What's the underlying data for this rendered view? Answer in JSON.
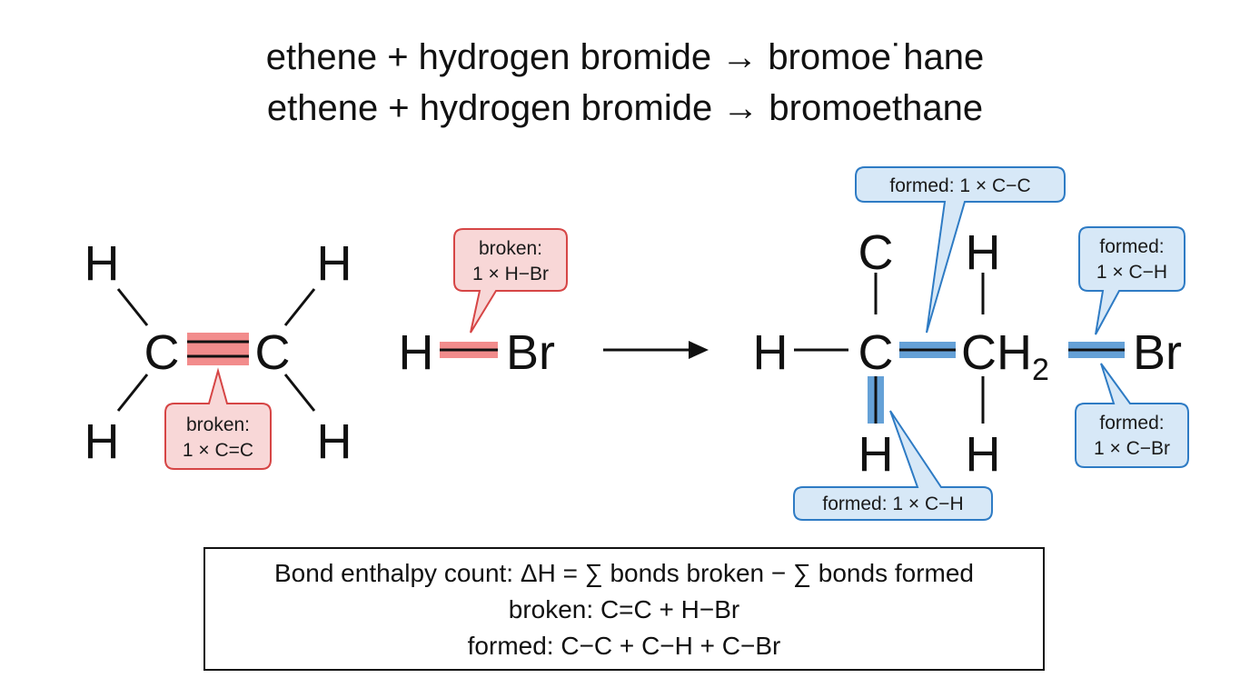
{
  "titles": {
    "line1": "ethene + hydrogen bromide → bromoe˙hane",
    "line2": "ethene  +  hydrogen bromide → bromoethane"
  },
  "atoms": {
    "ethene": {
      "h_top_left": "H",
      "h_top_right": "H",
      "c_left": "C",
      "c_right": "C",
      "h_bottom_left": "H",
      "h_bottom_right": "H"
    },
    "hbr": {
      "h": "H",
      "br": "Br"
    },
    "product": {
      "c_top": "C",
      "h_left": "H",
      "c_center": "C",
      "h_top_mid": "H",
      "ch2_main": "CH",
      "ch2_sub": "2",
      "br": "Br",
      "h_bottom_left": "H",
      "h_bottom_mid": "H"
    }
  },
  "callouts": {
    "broken_cc": {
      "line1": "broken:",
      "line2": "1 × C=C"
    },
    "broken_hbr": {
      "line1": "broken:",
      "line2": "1 × H−Br"
    },
    "formed_cc": {
      "line1": "formed: 1 × C−C"
    },
    "formed_ch_top": {
      "line1": "formed:",
      "line2": "1 × C−H"
    },
    "formed_cbr": {
      "line1": "formed:",
      "line2": "1 × C−Br"
    },
    "formed_ch_bottom": {
      "line1": "formed: 1 × C−H"
    }
  },
  "summary": {
    "line1": "Bond enthalpy count: ΔH = ∑ bonds broken − ∑ bonds formed",
    "line2": "broken: C=C + H−Br",
    "line3": "formed: C−C + C−H + C−Br"
  },
  "colors": {
    "broken_fill": "#f8d7d7",
    "broken_stroke": "#d64545",
    "broken_highlight": "#f07878",
    "formed_fill": "#d7e8f7",
    "formed_stroke": "#2e7bc4",
    "formed_highlight": "#4a90d0",
    "ink": "#111111"
  }
}
